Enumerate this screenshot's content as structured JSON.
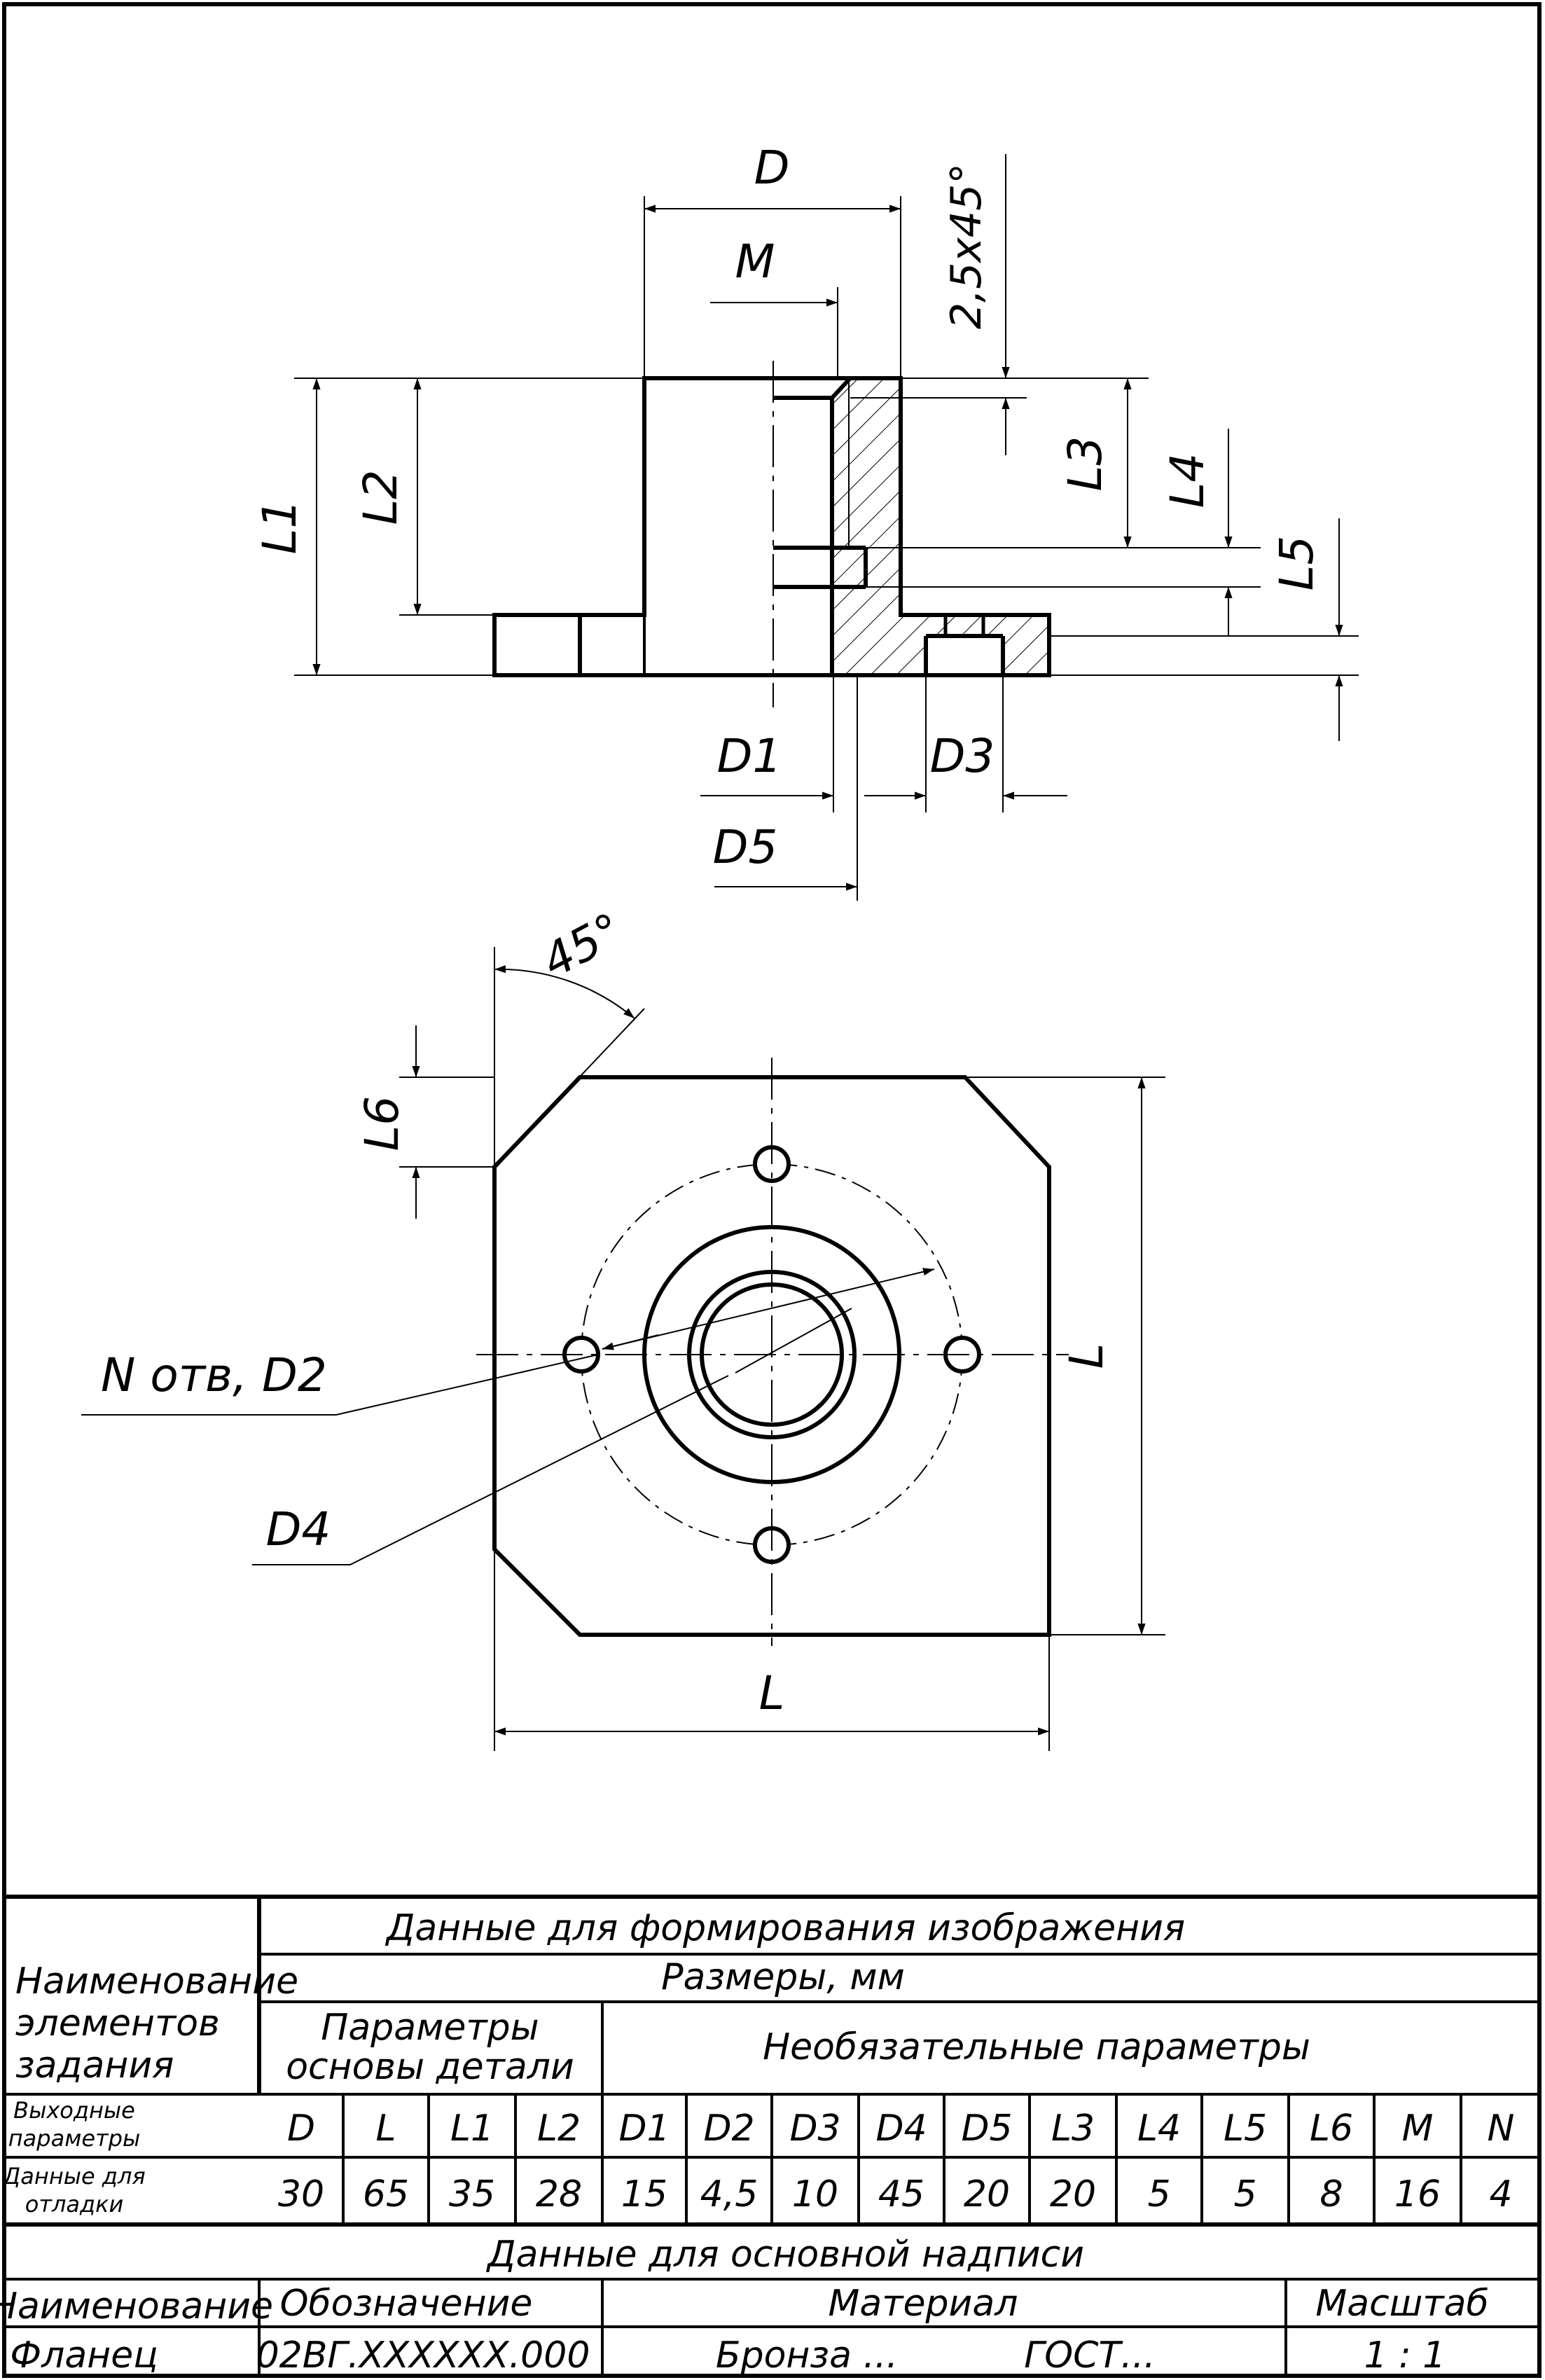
{
  "drawing_labels": {
    "D": "D",
    "M": "M",
    "chamfer": "2,5x45°",
    "L1": "L1",
    "L2": "L2",
    "L3": "L3",
    "L4": "L4",
    "L5": "L5",
    "D1": "D1",
    "D3": "D3",
    "D5": "D5",
    "angle": "45°",
    "L6": "L6",
    "holes": "N отв, D2",
    "D4": "D4",
    "L_vertical": "L",
    "L_horizontal": "L"
  },
  "table": {
    "elements_header": "Наименование элементов задания",
    "image_data_header": "Данные для формирования изображения",
    "sizes_header": "Размеры, мм",
    "base_params_header": "Параметры основы детали",
    "optional_params_header": "Необязательные параметры",
    "output_params_label": "Выходные параметры",
    "debug_data_label": "Данные для отладки",
    "param_names": [
      "D",
      "L",
      "L1",
      "L2",
      "D1",
      "D2",
      "D3",
      "D4",
      "D5",
      "L3",
      "L4",
      "L5",
      "L6",
      "M",
      "N"
    ],
    "param_values": [
      "30",
      "65",
      "35",
      "28",
      "15",
      "4,5",
      "10",
      "45",
      "20",
      "20",
      "5",
      "5",
      "8",
      "16",
      "4"
    ],
    "title_block_header": "Данные для основной надписи",
    "name_header": "Наименование",
    "designation_header": "Обозначение",
    "material_header": "Материал",
    "scale_header": "Масштаб",
    "name_value": "Фланец",
    "designation_value": "02ВГ.XXXXXX.000",
    "material_value": "Бронза ...",
    "standard_value": "ГОСТ...",
    "scale_value": "1 : 1"
  }
}
